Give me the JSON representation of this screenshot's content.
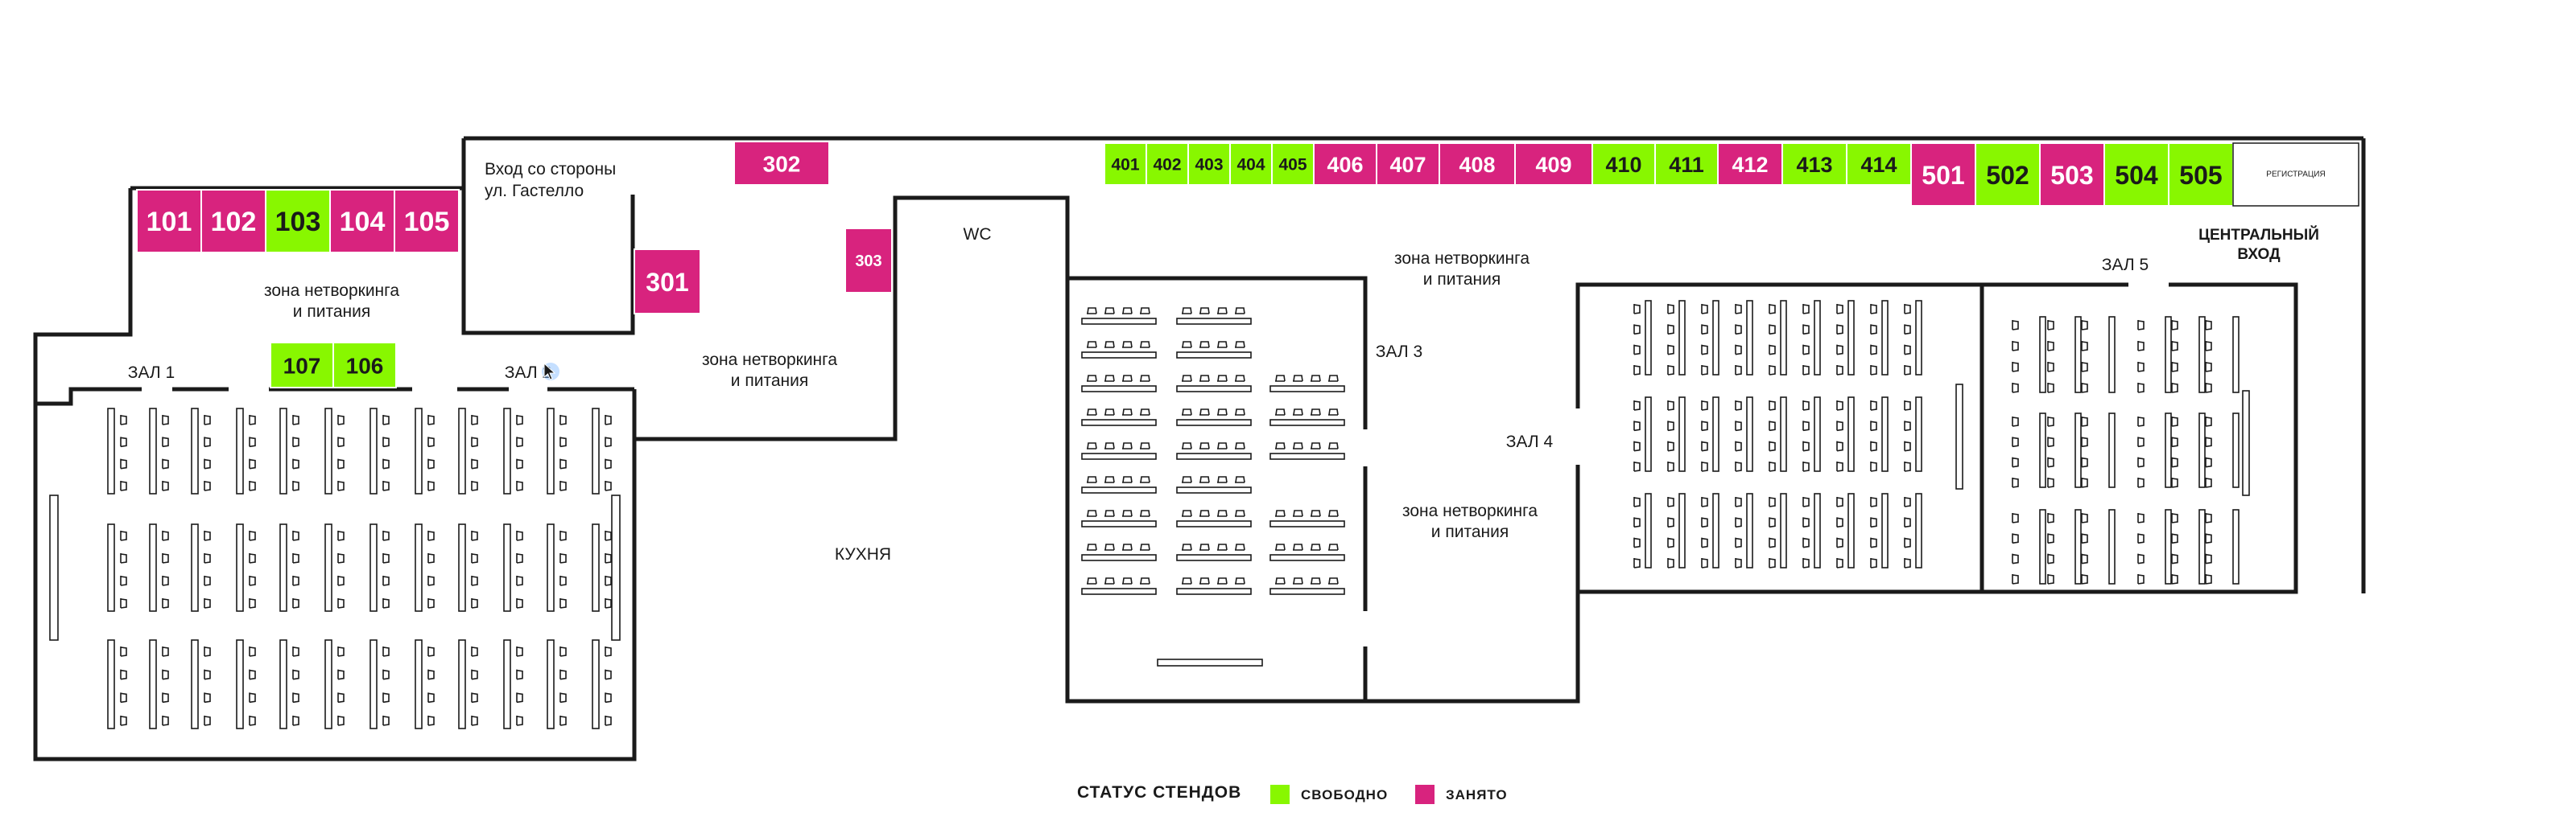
{
  "colors": {
    "free": "#88f700",
    "busy": "#d8237e",
    "wall": "#1a1a1a",
    "text": "#1a1a1a"
  },
  "booths": [
    {
      "id": "101",
      "status": "busy"
    },
    {
      "id": "102",
      "status": "busy"
    },
    {
      "id": "103",
      "status": "free"
    },
    {
      "id": "104",
      "status": "busy"
    },
    {
      "id": "105",
      "status": "busy"
    },
    {
      "id": "106",
      "status": "free"
    },
    {
      "id": "107",
      "status": "free"
    },
    {
      "id": "301",
      "status": "busy"
    },
    {
      "id": "302",
      "status": "busy"
    },
    {
      "id": "303",
      "status": "busy"
    },
    {
      "id": "401",
      "status": "free"
    },
    {
      "id": "402",
      "status": "free"
    },
    {
      "id": "403",
      "status": "free"
    },
    {
      "id": "404",
      "status": "free"
    },
    {
      "id": "405",
      "status": "free"
    },
    {
      "id": "406",
      "status": "busy"
    },
    {
      "id": "407",
      "status": "busy"
    },
    {
      "id": "408",
      "status": "busy"
    },
    {
      "id": "409",
      "status": "busy"
    },
    {
      "id": "410",
      "status": "free"
    },
    {
      "id": "411",
      "status": "free"
    },
    {
      "id": "412",
      "status": "busy"
    },
    {
      "id": "413",
      "status": "free"
    },
    {
      "id": "414",
      "status": "free"
    },
    {
      "id": "501",
      "status": "busy"
    },
    {
      "id": "502",
      "status": "free"
    },
    {
      "id": "503",
      "status": "busy"
    },
    {
      "id": "504",
      "status": "free"
    },
    {
      "id": "505",
      "status": "free"
    }
  ],
  "labels": {
    "hall1": "ЗАЛ 1",
    "hall2": "ЗАЛ 2",
    "hall3": "ЗАЛ 3",
    "hall4": "ЗАЛ 4",
    "hall5": "ЗАЛ 5",
    "wc": "WC",
    "kitchen": "КУХНЯ",
    "entrance_side_line1": "Вход со стороны",
    "entrance_side_line2": "ул. Гастелло",
    "central_entrance_line1": "ЦЕНТРАЛЬНЫЙ",
    "central_entrance_line2": "ВХОД",
    "registration": "РЕГИСТРАЦИЯ",
    "networking_line1": "зона нетворкинга",
    "networking_line2": "и питания"
  },
  "legend": {
    "title": "СТАТУС СТЕНДОВ",
    "free": "СВОБОДНО",
    "busy": "ЗАНЯТО"
  }
}
